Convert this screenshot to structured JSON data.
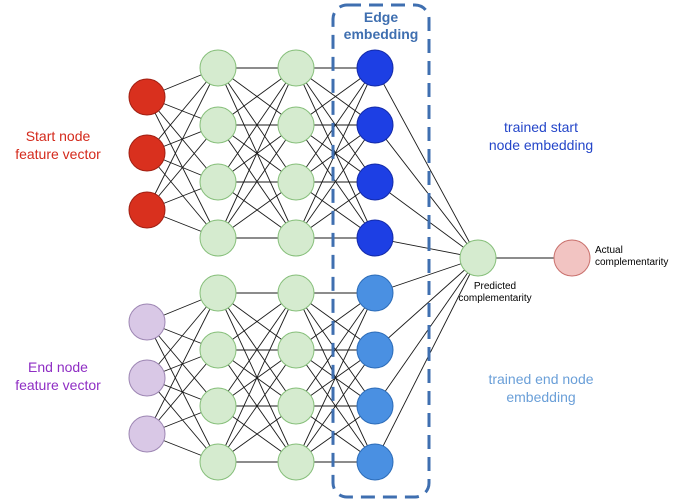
{
  "labels": {
    "start_line1": "Start node",
    "start_line2": "feature vector",
    "end_line1": "End node",
    "end_line2": "feature vector",
    "edge_line1": "Edge",
    "edge_line2": "embedding",
    "trained_start_line1": "trained start",
    "trained_start_line2": "node embedding",
    "trained_end_line1": "trained end node",
    "trained_end_line2": "embedding",
    "predicted_line1": "Predicted",
    "predicted_line2": "complementarity",
    "actual_line1": "Actual",
    "actual_line2": "complementarity"
  },
  "colors": {
    "start_input_fill": "#d9301e",
    "start_input_stroke": "#a01f12",
    "end_input_fill": "#d9c8e6",
    "end_input_stroke": "#9d86b3",
    "hidden_fill": "#d5ebcf",
    "hidden_stroke": "#86bf7a",
    "start_embedding_fill": "#1d3fe4",
    "start_embedding_stroke": "#132aa8",
    "end_embedding_fill": "#4a90e2",
    "end_embedding_stroke": "#2c6cb8",
    "output_fill": "#d5ebcf",
    "actual_fill": "#f2c4c2",
    "actual_stroke": "#c9706c",
    "dashed_box": "#3f6fb0",
    "start_text": "#d42a1c",
    "end_text": "#8f2ec4",
    "trained_start_text": "#2446c9",
    "trained_end_text": "#6a9fd8",
    "edge_text": "#3f6fb0"
  }
}
